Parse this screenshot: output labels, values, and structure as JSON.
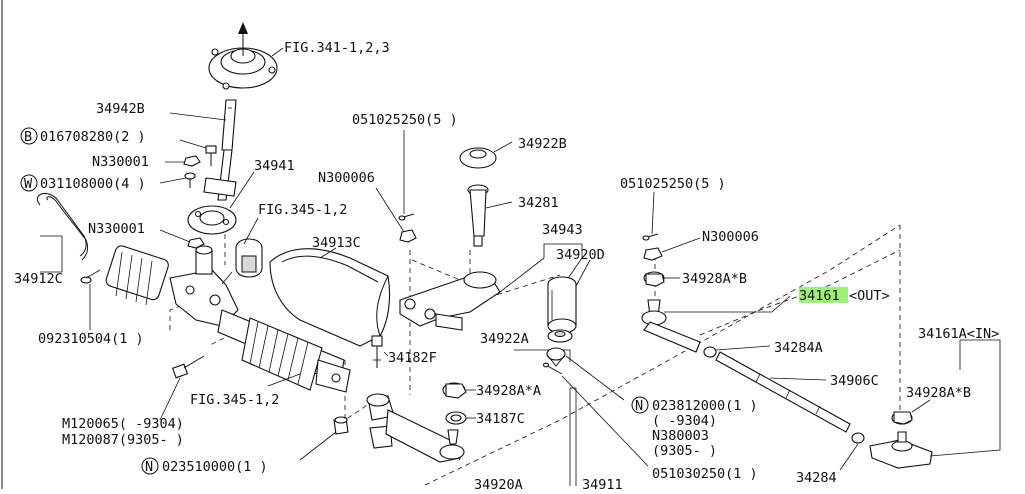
{
  "labels": {
    "fig341": "FIG.341-1,2,3",
    "p34942b": "34942B",
    "b016708280": "016708280(2 )",
    "b_prefix": "B",
    "n330001_a": "N330001",
    "p34941": "34941",
    "w031108000": "031108000(4 )",
    "w_prefix": "W",
    "fig345_top": "FIG.345-1,2",
    "n330001_b": "N330001",
    "p34913c": "34913C",
    "p34912c": "34912C",
    "p092310504": "092310504(1 )",
    "m120065": "M120065(   -9304)",
    "m120087": "M120087(9305-   )",
    "fig345_bot": "FIG.345-1,2",
    "n023510000": "023510000(1 )",
    "n_prefix_a": "N",
    "p051025250_a": "051025250(5 )",
    "p34922b": "34922B",
    "n300006_a": "N300006",
    "p34281": "34281",
    "p34943": "34943",
    "p34920d": "34920D",
    "p34182f": "34182F",
    "p34922a": "34922A",
    "p34928a_a": "34928A*A",
    "p34187c": "34187C",
    "p34920a": "34920A",
    "p34911": "34911",
    "p051025250_b": "051025250(5 )",
    "n300006_b": "N300006",
    "p34928a_b_top": "34928A*B",
    "p34161_num": "34161",
    "p34161_suffix": "<OUT>",
    "p34284a": "34284A",
    "p34906c": "34906C",
    "n023812000": "023812000(1 )",
    "n_prefix_b": "N",
    "n023812000_range": "(    -9304)",
    "n380003": "N380003",
    "n380003_range": "(9305-   )",
    "p051030250": "051030250(1 )",
    "p34284": "34284",
    "p34161a": "34161A<IN>",
    "p34928a_b_right": "34928A*B"
  },
  "colors": {
    "highlight": "#9ef07a",
    "ink": "#111111"
  }
}
